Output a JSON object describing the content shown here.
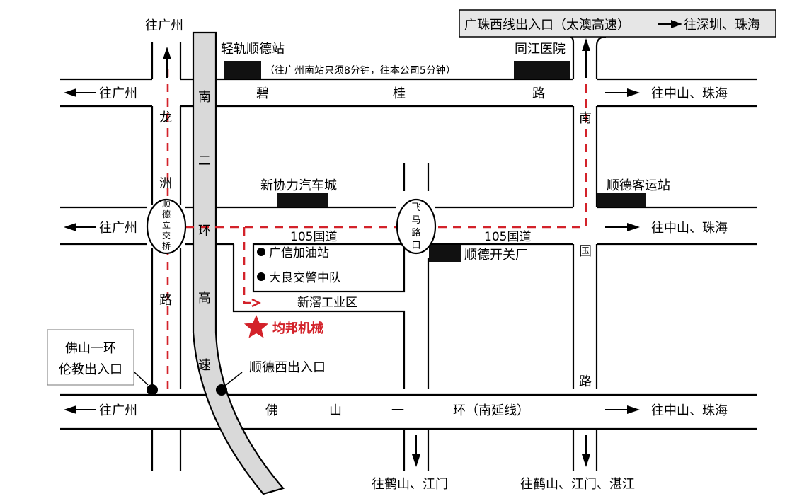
{
  "colors": {
    "route": "#d3222a",
    "highway": "#d9d9d9",
    "banner": "#e6e6e6",
    "target": "#d3222a"
  },
  "icons": {
    "target": "red-star-icon",
    "poi": "filled-circle-icon",
    "direction": "arrow-icon"
  },
  "roads": {
    "bigui": [
      "碧",
      "桂",
      "路"
    ],
    "guodao_left": "105国道",
    "guodao_right": "105国道",
    "foshan_ring": [
      "佛",
      "山",
      "一",
      "环（南延线）"
    ],
    "nan_er_huan": [
      "南",
      "二",
      "环",
      "高",
      "速"
    ],
    "longzhou": [
      "龙",
      "洲",
      "路"
    ],
    "nan_guo": [
      "南",
      "国",
      "路"
    ],
    "feima": [
      "飞",
      "马",
      "路",
      "口"
    ],
    "shunde_bridge": [
      "顺",
      "德",
      "立",
      "交",
      "桥"
    ]
  },
  "directions": {
    "north_left": "往广州",
    "north_right": "往深圳、珠海",
    "west": "往广州",
    "east": "往中山、珠海",
    "south_left": "往鹤山、江门",
    "south_right": "往鹤山、江门、湛江"
  },
  "landmarks": {
    "light_rail": "轻轨顺德站",
    "light_rail_note": "（往广州南站只须8分钟，往本公司5分钟）",
    "tongjiang_hospital": "同江医院",
    "xinxieli": "新协力汽车城",
    "shunde_bus": "顺德客运站",
    "shunde_switch": "顺德开关厂",
    "guangxin_gas": "广信加油站",
    "daliang_police": "大良交警中队",
    "xinyong": "新滘工业区",
    "shunde_west_exit": "顺德西出入口",
    "foshan_exit_line1": "佛山一环",
    "foshan_exit_line2": "伦教出入口"
  },
  "banner": {
    "text": "广珠西线出入口（太澳高速）"
  },
  "target": {
    "name": "均邦机械"
  }
}
